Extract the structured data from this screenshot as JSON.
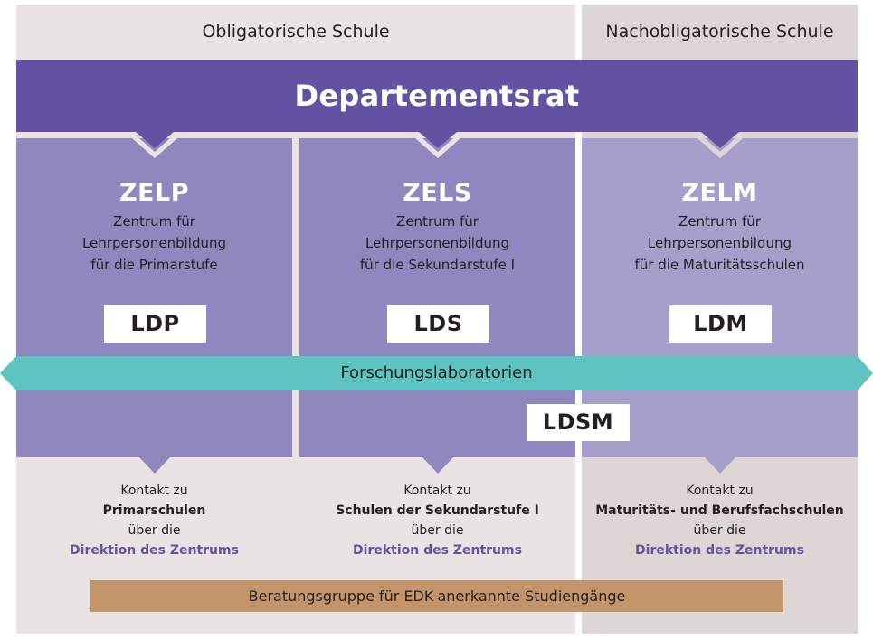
{
  "sections": {
    "obligatory": "Obligatorische Schule",
    "post_obligatory": "Nachobligatorische Schule"
  },
  "council": {
    "label": "Departementsrat"
  },
  "colors": {
    "council": "#6153a2",
    "centre_mid": "#9087be",
    "centre_light": "#a69fcc",
    "research": "#5ec4c2",
    "advisory": "#c4956a",
    "link": "#6153a2",
    "bg_obligatory": "#e9e3e3",
    "bg_post_obligatory": "#ded6d4"
  },
  "centres": [
    {
      "abbr": "ZELP",
      "lines": [
        "Zentrum für",
        "Lehrpersonenbildung",
        "für die Primarstufe"
      ],
      "lab": "LDP",
      "contact": {
        "intro": "Kontakt zu",
        "target": "Primarschulen",
        "via": "über die",
        "link": "Direktion des Zentrums"
      }
    },
    {
      "abbr": "ZELS",
      "lines": [
        "Zentrum für",
        "Lehrpersonenbildung",
        "für die Sekundarstufe I"
      ],
      "lab": "LDS",
      "contact": {
        "intro": "Kontakt zu",
        "target": "Schulen der Sekundarstufe I",
        "via": "über die",
        "link": "Direktion des Zentrums"
      }
    },
    {
      "abbr": "ZELM",
      "lines": [
        "Zentrum für",
        "Lehrpersonenbildung",
        "für die Maturitätsschulen"
      ],
      "lab": "LDM",
      "contact": {
        "intro": "Kontakt zu",
        "target": "Maturitäts- und Berufsfachschulen",
        "via": "über die",
        "link": "Direktion des Zentrums"
      }
    }
  ],
  "shared_lab": "LDSM",
  "research": {
    "label": "Forschungslaboratorien"
  },
  "advisory": {
    "label": "Beratungsgruppe für EDK-anerkannte Studiengänge"
  }
}
